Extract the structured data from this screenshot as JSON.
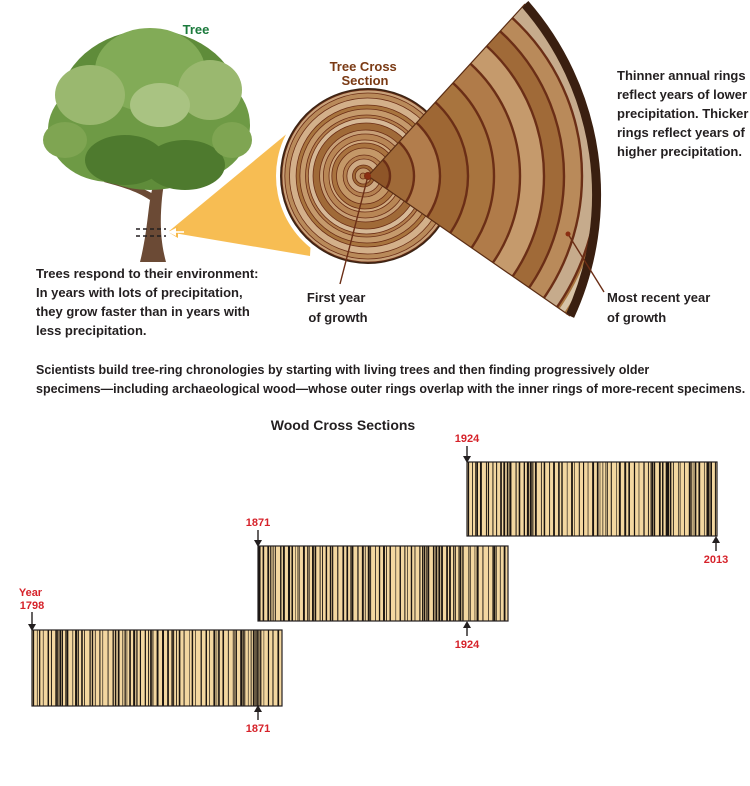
{
  "colors": {
    "tree_label": "#1b7a3c",
    "year_red": "#d6222a",
    "text": "#231f20",
    "beam": "#f7b94a",
    "wood_light": "#f3d7a0",
    "wood_dark": "#1a1410",
    "bark": "#4a2a1a",
    "ring_dark": "#6b2e16",
    "ring_mid": "#a8743e",
    "ring_light": "#c9a27a"
  },
  "labels": {
    "tree": "Tree",
    "cross_section": [
      "Tree Cross",
      "Section"
    ],
    "thinner": [
      "Thinner annual rings",
      "reflect years of lower",
      "precipitation. Thicker",
      "rings reflect years of",
      "higher precipitation."
    ],
    "respond": [
      "Trees respond to their environment:",
      "In years with lots of precipitation,",
      "they grow faster than in years with",
      "less precipitation."
    ],
    "first_year": [
      "First year",
      "of growth"
    ],
    "recent_year": [
      "Most recent year",
      "of growth"
    ],
    "scientists": [
      "Scientists build tree-ring chronologies by starting with living trees and then finding progressively older",
      "specimens—including archaeological wood—whose outer rings overlap with the inner rings of more-recent specimens."
    ],
    "wood_title": "Wood Cross Sections"
  },
  "samples": [
    {
      "start_label": [
        "Year",
        "1798"
      ],
      "end_label": "1871"
    },
    {
      "start_label": [
        "1871"
      ],
      "end_label": "1924"
    },
    {
      "start_label": [
        "1924"
      ],
      "end_label": "2013"
    }
  ]
}
